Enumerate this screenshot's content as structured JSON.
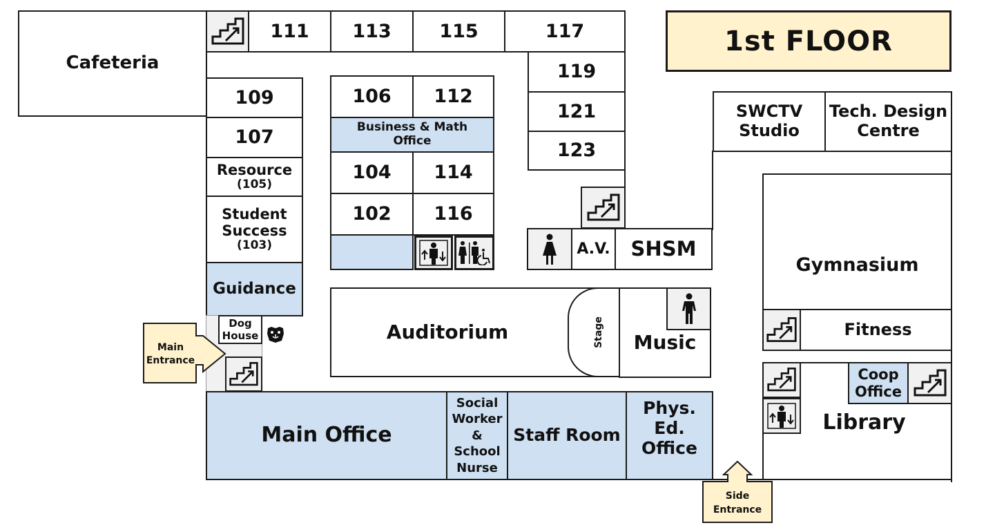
{
  "title": "1st FLOOR",
  "colors": {
    "office_fill": "#cfe0f2",
    "entrance_fill": "#fff2cc",
    "utility_fill": "#f1f1f1",
    "wall": "#1a1a1a"
  },
  "rooms": {
    "cafeteria": "Cafeteria",
    "r111": "111",
    "r113": "113",
    "r115": "115",
    "r117": "117",
    "r119": "119",
    "r121": "121",
    "r123": "123",
    "r109": "109",
    "r107": "107",
    "resource": "Resource",
    "resource_num": "(105)",
    "student_success_1": "Student",
    "student_success_2": "Success",
    "student_success_num": "(103)",
    "guidance": "Guidance",
    "dog_house_1": "Dog",
    "dog_house_2": "House",
    "r106": "106",
    "r112": "112",
    "business_math_1": "Business & Math",
    "business_math_2": "Office",
    "r104": "104",
    "r114": "114",
    "r102": "102",
    "r116": "116",
    "av": "A.V.",
    "shsm": "SHSM",
    "swctv_1": "SWCTV",
    "swctv_2": "Studio",
    "tech_design_1": "Tech. Design",
    "tech_design_2": "Centre",
    "gymnasium": "Gymnasium",
    "fitness": "Fitness",
    "auditorium": "Auditorium",
    "stage": "Stage",
    "music": "Music",
    "coop_1": "Coop",
    "coop_2": "Office",
    "library": "Library",
    "main_office": "Main Office",
    "social_worker_1": "Social",
    "social_worker_2": "Worker",
    "social_worker_3": "&",
    "social_worker_4": "School",
    "social_worker_5": "Nurse",
    "staff_room": "Staff Room",
    "phys_ed_1": "Phys. Ed.",
    "phys_ed_2": "Office"
  },
  "entrances": {
    "main_1": "Main",
    "main_2": "Entrance",
    "side_1": "Side",
    "side_2": "Entrance"
  },
  "icons": {
    "stairs": "stairs-icon",
    "elevator": "elevator-icon",
    "washroom_women": "women-washroom-icon",
    "washroom_men": "men-washroom-icon",
    "accessible_washroom": "accessible-washroom-icon",
    "mascot": "bulldog-icon"
  }
}
